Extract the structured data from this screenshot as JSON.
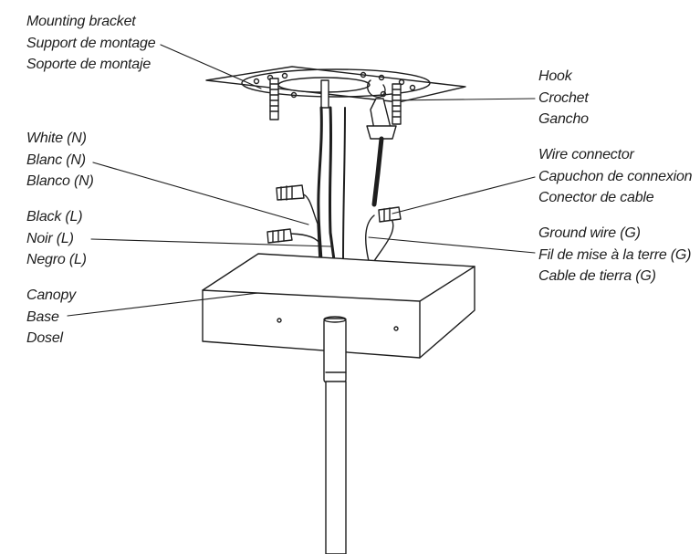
{
  "labels": {
    "mounting_bracket": {
      "en": "Mounting bracket",
      "fr": "Support de montage",
      "es": "Soporte de montaje"
    },
    "white_neutral": {
      "en": "White (N)",
      "fr": "Blanc (N)",
      "es": "Blanco (N)"
    },
    "black_live": {
      "en": "Black (L)",
      "fr": "Noir (L)",
      "es": "Negro (L)"
    },
    "canopy": {
      "en": "Canopy",
      "fr": "Base",
      "es": "Dosel"
    },
    "hook": {
      "en": "Hook",
      "fr": "Crochet",
      "es": "Gancho"
    },
    "wire_connector": {
      "en": "Wire connector",
      "fr": "Capuchon de connexion",
      "es": "Conector de cable"
    },
    "ground_wire": {
      "en": "Ground wire (G)",
      "fr": "Fil de mise à la terre (G)",
      "es": "Cable de tierra (G)"
    }
  },
  "colors": {
    "ink": "#1e1e1e",
    "background": "#ffffff",
    "shade": "#d8d8d8"
  }
}
